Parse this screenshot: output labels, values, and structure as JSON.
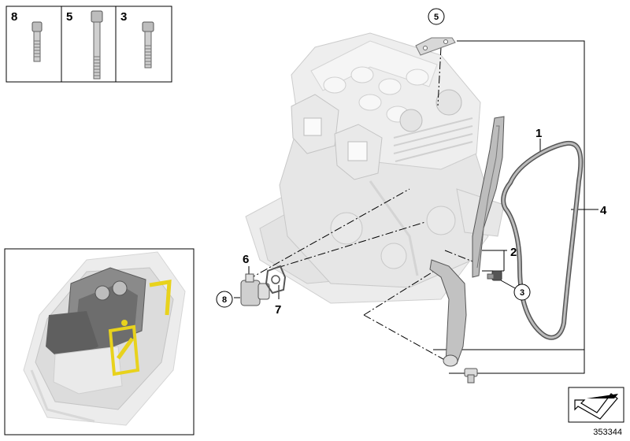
{
  "bolt_legend": [
    "8",
    "5",
    "3"
  ],
  "callouts": {
    "chain": "1",
    "guide_rail": "2",
    "bolt_rail": "3",
    "set": "4",
    "bracket": "5",
    "tensioner": "6",
    "gasket": "7",
    "bolt_tensioner": "8"
  },
  "reference_number": "353344"
}
